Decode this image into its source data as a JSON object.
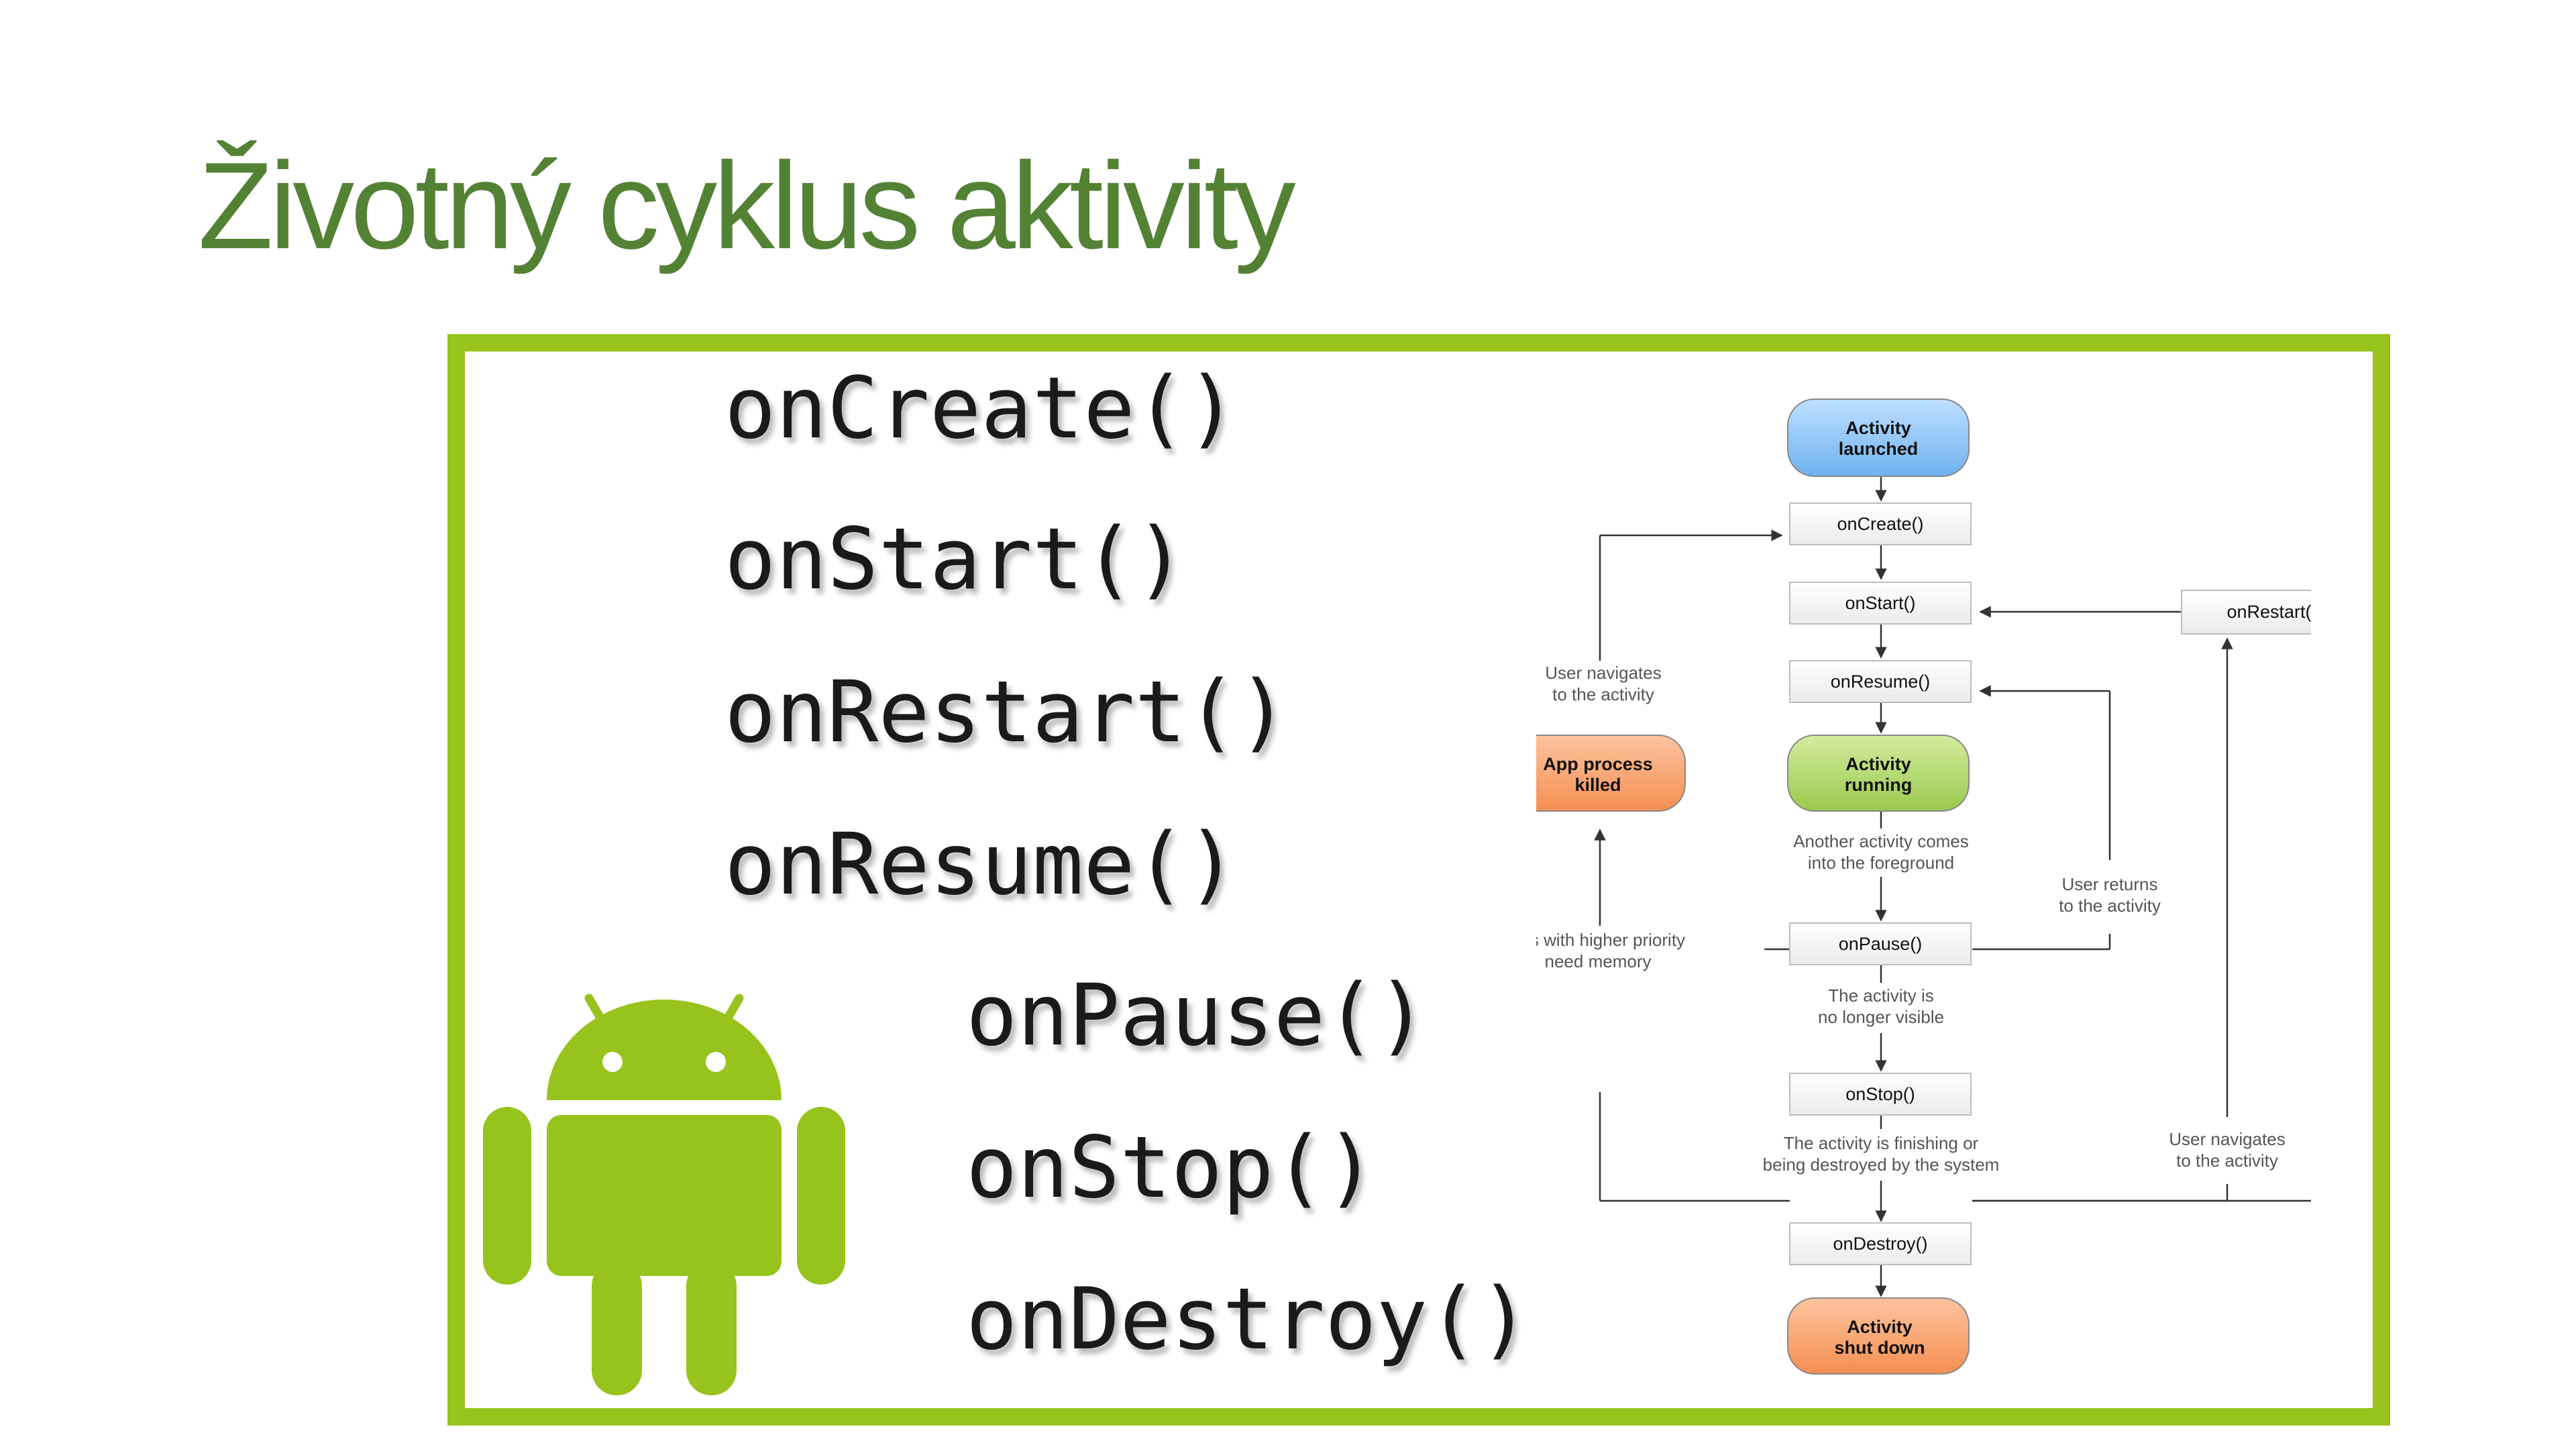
{
  "slide": {
    "title": "Životný cyklus aktivity"
  },
  "methods": [
    "onCreate()",
    "onStart()",
    "onRestart()",
    "onResume()",
    "onPause()",
    "onStop()",
    "onDestroy()"
  ],
  "colors": {
    "title": "#548235",
    "frame": "#97c31d",
    "android": "#97c31d",
    "state_launched": "#8ec4f4",
    "state_running": "#b3d66b",
    "state_killed": "#f8a573",
    "state_shutdown": "#f8a573"
  },
  "diagram": {
    "states": {
      "launched": [
        "Activity",
        "launched"
      ],
      "running": [
        "Activity",
        "running"
      ],
      "killed": [
        "App process",
        "killed"
      ],
      "shutdown": [
        "Activity",
        "shut down"
      ]
    },
    "callbacks": {
      "create": "onCreate()",
      "start": "onStart()",
      "restart": "onRestart()",
      "resume": "onResume()",
      "pause": "onPause()",
      "stop": "onStop()",
      "destroy": "onDestroy()"
    },
    "notes": {
      "user_nav_left": [
        "User navigates",
        "to the activity"
      ],
      "another_activity": [
        "Another activity comes",
        "into the foreground"
      ],
      "user_returns": [
        "User returns",
        "to the activity"
      ],
      "higher_priority": [
        "pps with higher priority",
        "need memory"
      ],
      "no_longer_visible": [
        "The activity is",
        "no longer visible"
      ],
      "user_nav_right": [
        "User navigates",
        "to the activity"
      ],
      "finishing": [
        "The activity is finishing or",
        "being destroyed by the system"
      ]
    }
  }
}
